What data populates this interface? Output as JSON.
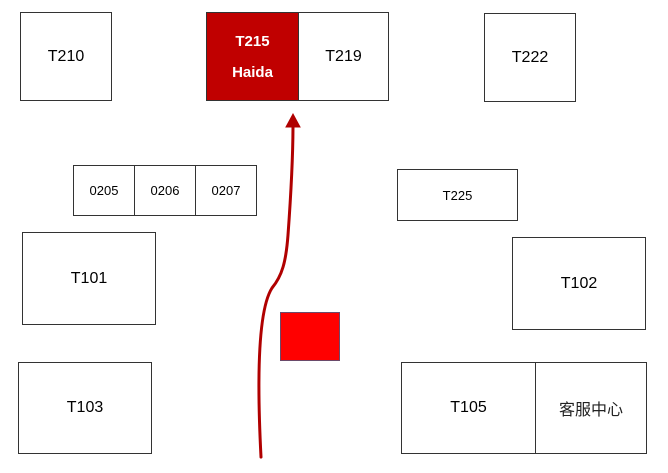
{
  "colors": {
    "highlight": "#c00000",
    "marker": "#ff0000",
    "route": "#b00000",
    "border": "#333333"
  },
  "booths": {
    "t210": "T210",
    "t215": {
      "code": "T215",
      "name": "Haida"
    },
    "t219": "T219",
    "t222": "T222",
    "b0205": "0205",
    "b0206": "0206",
    "b0207": "0207",
    "t225": "T225",
    "t101": "T101",
    "t102": "T102",
    "t103": "T103",
    "t105": "T105",
    "service": "客服中心"
  },
  "icons": {
    "position_marker": "you-are-here-square",
    "route": "route-arrow-up"
  }
}
